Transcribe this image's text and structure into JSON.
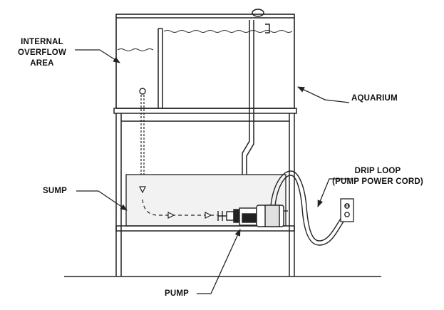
{
  "labels": {
    "internal_overflow": [
      "INTERNAL",
      "OVERFLOW",
      "AREA"
    ],
    "aquarium": "AQUARIUM",
    "drip_loop": [
      "DRIP LOOP",
      "(PUMP POWER CORD)"
    ],
    "sump": "SUMP",
    "pump": "PUMP"
  },
  "colors": {
    "line": "#222222",
    "text": "#111111",
    "sump_fill": "#f2f2f2",
    "background": "#ffffff"
  }
}
